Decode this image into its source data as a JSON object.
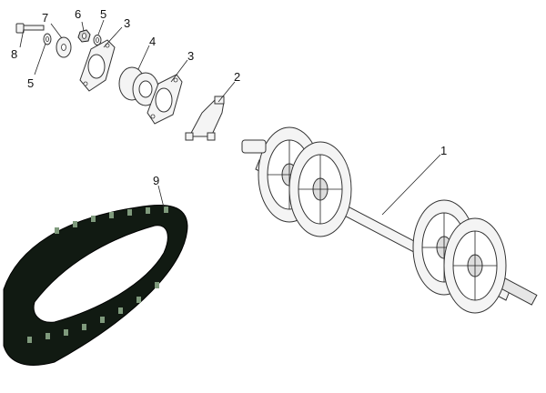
{
  "callouts": {
    "c1": "1",
    "c2": "2",
    "c3a": "3",
    "c3b": "3",
    "c4": "4",
    "c5a": "5",
    "c5b": "5",
    "c6": "6",
    "c7": "7",
    "c8": "8",
    "c9": "9"
  },
  "colors": {
    "track": "#111a12",
    "track_lug": "#7f9a7c",
    "line": "#222222"
  }
}
